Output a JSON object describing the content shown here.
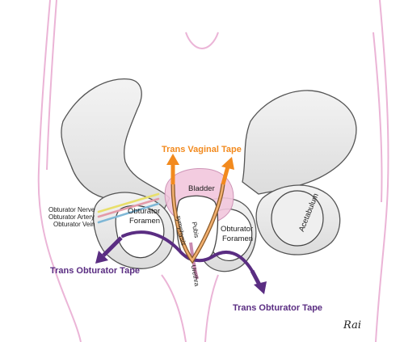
{
  "labels": {
    "trans_vaginal_tape": "Trans Vaginal Tape",
    "bladder": "Bladder",
    "acetabulum": "Acetabulum",
    "obturator_nerve": "Obturator Nerve",
    "obturator_artery": "Obturator Artery",
    "obturator_vein": "Obturator Vein",
    "obturator_foramen_left_1": "Obturator",
    "obturator_foramen_left_2": "Foramen",
    "obturator_foramen_right_1": "Obturator",
    "obturator_foramen_right_2": "Foramen",
    "symphysis": "symphysis",
    "pubis": "Pubis",
    "urethra": "Urethra",
    "trans_obturator_tape_left": "Trans Obturator Tape",
    "trans_obturator_tape_right": "Trans Obturator Tape",
    "signature": "Rai"
  },
  "colors": {
    "tvt_orange": "#f28a1e",
    "tot_purple": "#5a2d82",
    "bladder_pink": "#f2c7dd",
    "skin_pink": "#e8a8d0",
    "nerve_yellow": "#e8df6a",
    "artery_pink": "#e39aa8",
    "vein_blue": "#7fb7d6"
  },
  "icons": {
    "arrow": "arrow-icon",
    "signature": "signature-icon"
  }
}
